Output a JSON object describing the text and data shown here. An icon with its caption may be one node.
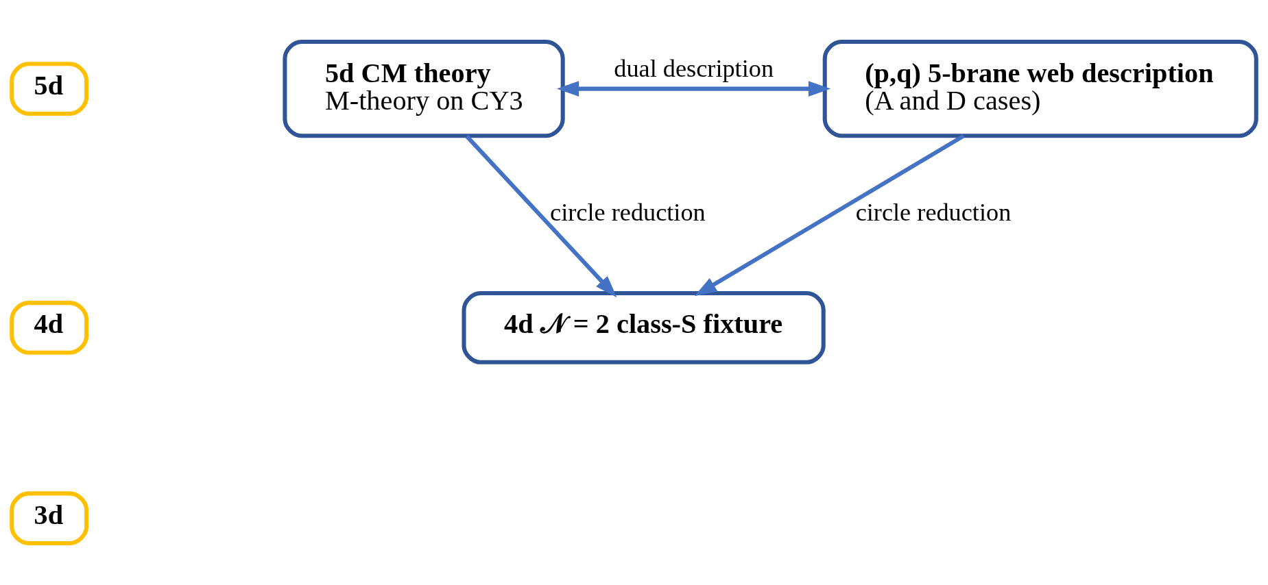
{
  "diagram": {
    "nodes": [
      {
        "text": [
          "5d"
        ]
      },
      {
        "text": [
          "5d CM theory",
          "M-theory on CY3"
        ]
      },
      {
        "text": [
          "(p,q) 5-brane web description",
          "(A and D cases)"
        ]
      },
      {
        "text": [
          "4d"
        ]
      },
      {
        "text": [
          "4d 𝒩 = 2 class-S fixture"
        ]
      },
      {
        "text": [
          "3d"
        ]
      }
    ],
    "edges": [
      {
        "from": 1,
        "to": 2,
        "arrow": "both",
        "label": "dual description"
      },
      {
        "from": 1,
        "to": 4,
        "arrow": "to",
        "label": "circle reduction"
      },
      {
        "from": 2,
        "to": 4,
        "arrow": "to",
        "label": "circle reduction"
      }
    ]
  }
}
